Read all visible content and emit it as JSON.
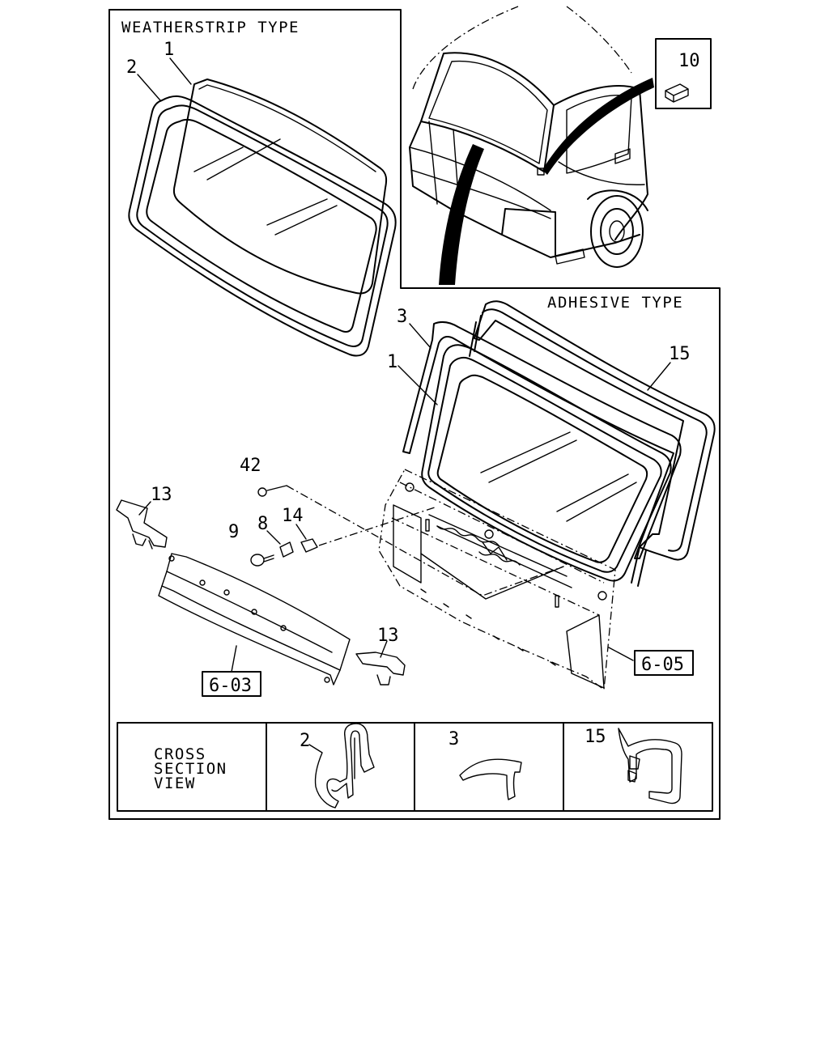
{
  "sections": {
    "weatherstrip_title": "WEATHERSTRIP TYPE",
    "adhesive_title": "ADHESIVE TYPE"
  },
  "cross_section": {
    "title_line1": "CROSS",
    "title_line2": "SECTION",
    "title_line3": "VIEW"
  },
  "callouts": {
    "ws_glass": "1",
    "ws_weatherstrip": "2",
    "ad_dam": "3",
    "ad_glass": "1",
    "ad_molding": "15",
    "cab_part": "10",
    "clip_42": "42",
    "bracket_left": "13",
    "bracket_right": "13",
    "screw": "9",
    "nut": "8",
    "clip_14": "14"
  },
  "cross_section_labels": [
    "2",
    "3",
    "15"
  ],
  "refs": {
    "panel_lower": "6-03",
    "panel_front": "6-05"
  }
}
